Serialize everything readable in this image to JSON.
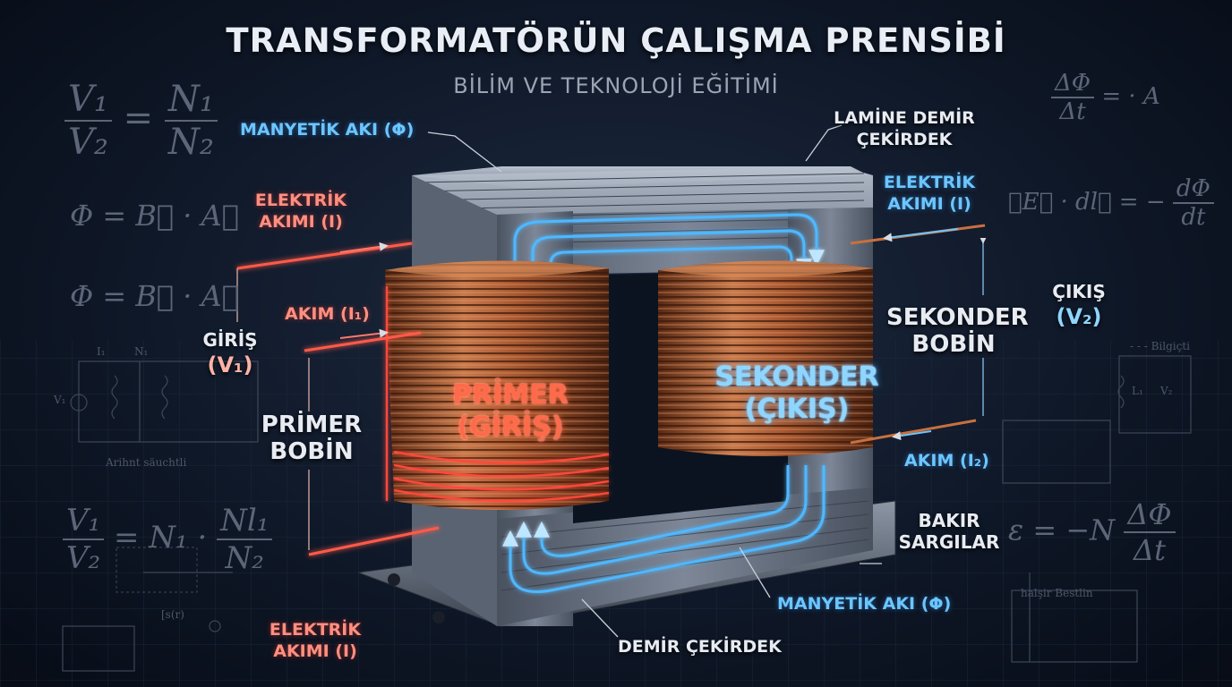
{
  "header": {
    "title": "TRANSFORMATÖRÜN ÇALIŞMA PRENSİBİ",
    "subtitle": "BİLİM VE TEKNOLOJİ EĞİTİMİ"
  },
  "labels": {
    "flux_top": "MANYETİK AKI (Φ)",
    "laminated_core": [
      "LAMİNE DEMİR",
      "ÇEKİRDEK"
    ],
    "current_left_top": [
      "ELEKTRİK",
      "AKIMI (I)"
    ],
    "current_right_top": [
      "ELEKTRİK",
      "AKIMI (I)"
    ],
    "current_i1": "AKIM (I₁)",
    "input": [
      "GİRİŞ",
      "(V₁)"
    ],
    "output": [
      "ÇIKIŞ",
      "(V₂)"
    ],
    "primary_coil": [
      "PRİMER",
      "BOBİN"
    ],
    "secondary_coil": [
      "SEKONDER",
      "BOBİN"
    ],
    "current_i2": "AKIM (I₂)",
    "copper_windings": [
      "BAKIR",
      "SARGILAR"
    ],
    "flux_bottom": "MANYETİK AKI (Φ)",
    "current_left_bottom": [
      "ELEKTRİK",
      "AKIMI (I)"
    ],
    "iron_core": "DEMİR ÇEKİRDEK",
    "primary_overlay": [
      "PRİMER",
      "(GİRİŞ)"
    ],
    "secondary_overlay": [
      "SEKONDER",
      "(ÇIKIŞ)"
    ]
  },
  "formulas": {
    "ratio_top": {
      "v1": "V₁",
      "v2": "V₂",
      "n1": "N₁",
      "n2": "N₂",
      "eq": "="
    },
    "flux_1": "Φ = B⃗ · A⃗",
    "flux_2": "Φ = B⃗ · A⃗",
    "ratio_bottom": {
      "v1": "V₁",
      "v2": "V₂",
      "mid": "= N₁ ·",
      "n1": "Nl₁",
      "n2": "N₂"
    },
    "rate": {
      "num": "ΔΦ",
      "den": "Δt",
      "rest": "= · A"
    },
    "faraday": {
      "lhs": "∮E⃗ · dl⃗ = −",
      "num": "dΦ",
      "den": "dt"
    },
    "emf": {
      "lhs": "ε = −N",
      "num": "ΔΦ",
      "den": "Δt"
    }
  },
  "faint_text": {
    "circuit_left_caption": "Arihnt säuchtli",
    "circuit_right_caption": "- - - Bilgiçti",
    "circuit_v1": "V₁",
    "circuit_i1": "I₁",
    "circuit_n1": "N₁",
    "circuit_v2": "V₂",
    "circuit_l1": "L₁",
    "bottom_right_caption": "halşir Bestlin",
    "bottom_left_caption": "[s(r)"
  },
  "colors": {
    "copper": "#b8643a",
    "primary_glow": "#ff4a3a",
    "flux_blue": "#4fb8ff",
    "core_steel": "#8a95a5"
  }
}
